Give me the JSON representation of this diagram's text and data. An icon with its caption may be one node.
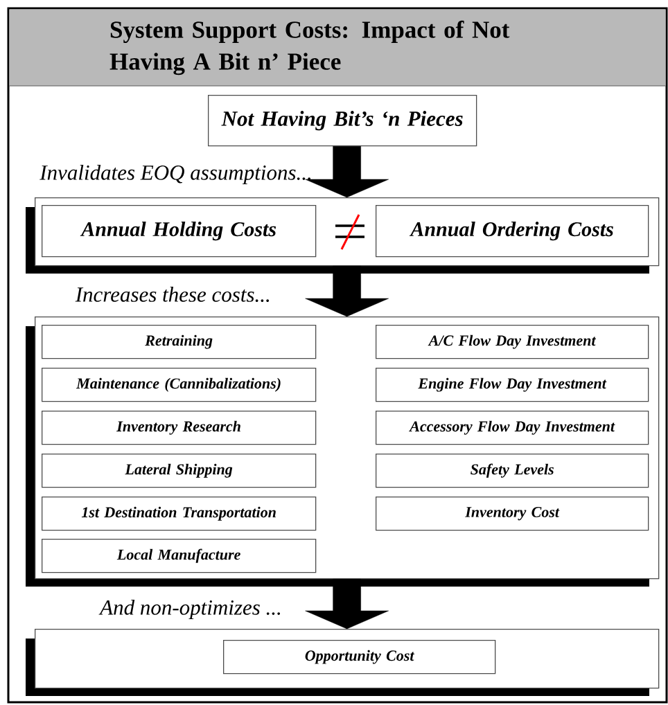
{
  "diagram": {
    "title": "System Support Costs: Impact of Not Having A Bit n’ Piece",
    "nodes": [
      {
        "text": [
          "Not Having Bit’s ‘n Pieces"
        ]
      },
      {
        "text": [],
        "shape": "box"
      },
      {
        "text": [
          "Annual Holding Costs"
        ],
        "in": 1
      },
      {
        "text": [
          "Annual Ordering Costs"
        ],
        "in": 1
      },
      {
        "text": [],
        "shape": "box"
      },
      {
        "text": [
          "Retraining"
        ],
        "in": 4
      },
      {
        "text": [
          "A/C Flow Day Investment"
        ],
        "in": 4
      },
      {
        "text": [
          "Maintenance (Cannibalizations)"
        ],
        "in": 4
      },
      {
        "text": [
          "Engine Flow Day Investment"
        ],
        "in": 4
      },
      {
        "text": [
          "Inventory Research"
        ],
        "in": 4
      },
      {
        "text": [
          "Accessory Flow Day Investment"
        ],
        "in": 4
      },
      {
        "text": [
          "Lateral Shipping"
        ],
        "in": 4
      },
      {
        "text": [
          "Safety Levels"
        ],
        "in": 4
      },
      {
        "text": [
          "1st Destination Transportation"
        ],
        "in": 4
      },
      {
        "text": [
          "Inventory Cost"
        ],
        "in": 4
      },
      {
        "text": [
          "Local Manufacture"
        ],
        "in": 4
      },
      {
        "text": [],
        "shape": "box"
      },
      {
        "text": [
          "Opportunity Cost"
        ],
        "in": 16
      }
    ],
    "edges": [
      {
        "from": 0,
        "to": 1,
        "arrow": "to",
        "label": "Invalidates EOQ assumptions...",
        "style": "thick"
      },
      {
        "from": 1,
        "to": 4,
        "arrow": "to",
        "label": "Increases these costs...",
        "style": "thick"
      },
      {
        "from": 4,
        "to": 16,
        "arrow": "to",
        "label": "And non-optimizes ...",
        "style": "thick"
      }
    ]
  }
}
